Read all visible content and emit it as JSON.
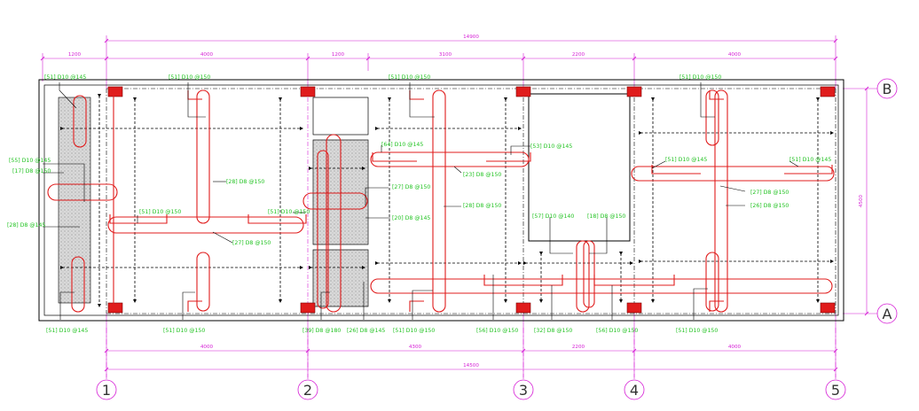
{
  "dimensions": {
    "top_segments": [
      "1200",
      "4000",
      "1200",
      "3100",
      "2200",
      "4000"
    ],
    "top_total": "14900",
    "bottom_segments": [
      "4000",
      "4300",
      "2200",
      "4000"
    ],
    "bottom_total": "14500",
    "right_height": "4500"
  },
  "grid_axes": {
    "vertical": [
      "1",
      "2",
      "3",
      "4",
      "5"
    ],
    "horizontal": [
      "B",
      "A"
    ]
  },
  "rebar_labels": {
    "top_row": [
      "[51] D10 @145",
      "[51] D10 @150",
      "[51] D10 @150",
      "[51] D10 @150"
    ],
    "bottom_row": [
      "[51] D10 @145",
      "[51] D10 @150",
      "[39] D8 @180",
      "[26] D8 @145",
      "[51] D10 @150",
      "[56] D10 @150",
      "[32] D8 @150",
      "[56] D10 @150",
      "[51] D10 @150"
    ],
    "left": [
      "[55] D10 @145",
      "[17] D8 @150",
      "[28] D8 @145"
    ],
    "bay1": [
      "[51] D10 @150",
      "[51] D10 @150",
      "[28] D8 @150",
      "[27] D8 @150"
    ],
    "bay2": [
      "[27] D8 @150",
      "[20] D8 @145"
    ],
    "bay3": [
      "[64] D10 @145",
      "[23] D8 @150",
      "[28] D8 @150",
      "[53] D10 @145",
      "[57] D10 @140",
      "[18] D8 @150"
    ],
    "bay5": [
      "[51] D10 @145",
      "[51] D10 @145",
      "[27] D8 @150",
      "[26] D8 @150"
    ]
  },
  "colors": {
    "slab_outline": "#000000",
    "rebar": "#e01c1c",
    "labels": "#22c322",
    "dimensions": "#d61fd6",
    "columns": "#e01c1c"
  }
}
